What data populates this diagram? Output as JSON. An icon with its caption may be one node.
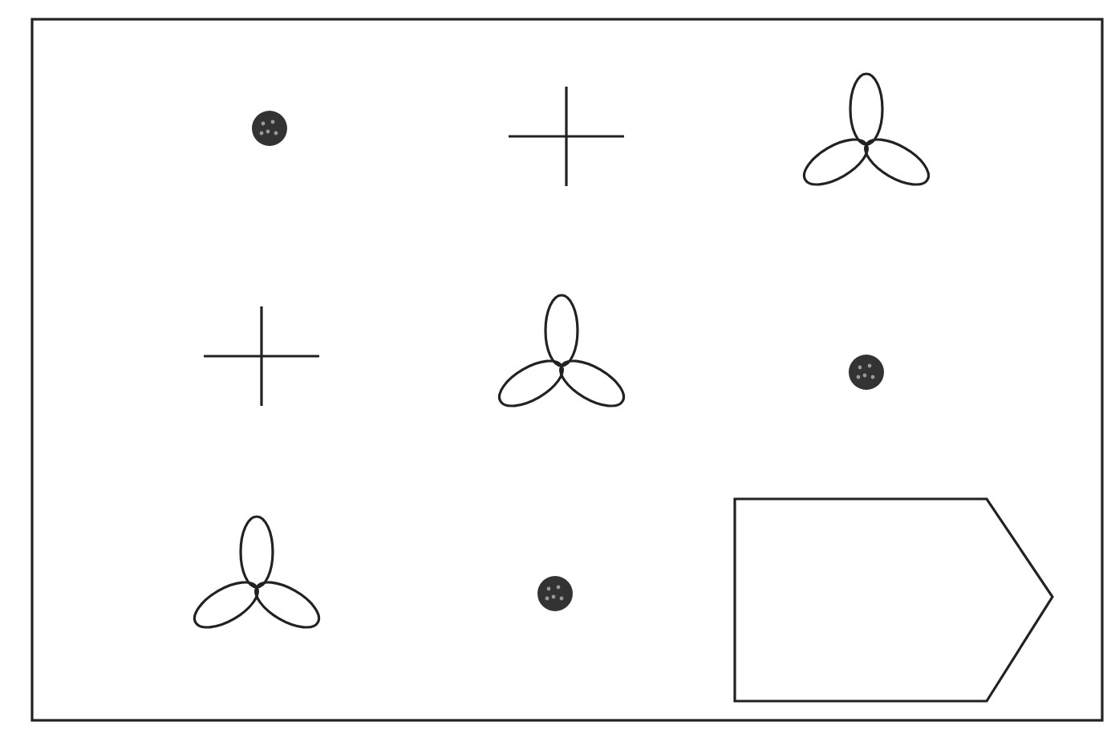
{
  "diagram": {
    "nodes": [
      {
        "text": [],
        "shape": "dot"
      },
      {
        "text": [],
        "shape": "cross"
      },
      {
        "text": [],
        "shape": "trefoil"
      },
      {
        "text": [],
        "shape": "cross"
      },
      {
        "text": [],
        "shape": "trefoil"
      },
      {
        "text": [],
        "shape": "dot"
      },
      {
        "text": [],
        "shape": "trefoil"
      },
      {
        "text": [],
        "shape": "dot"
      },
      {
        "text": [],
        "shape": "pentagon"
      }
    ]
  }
}
